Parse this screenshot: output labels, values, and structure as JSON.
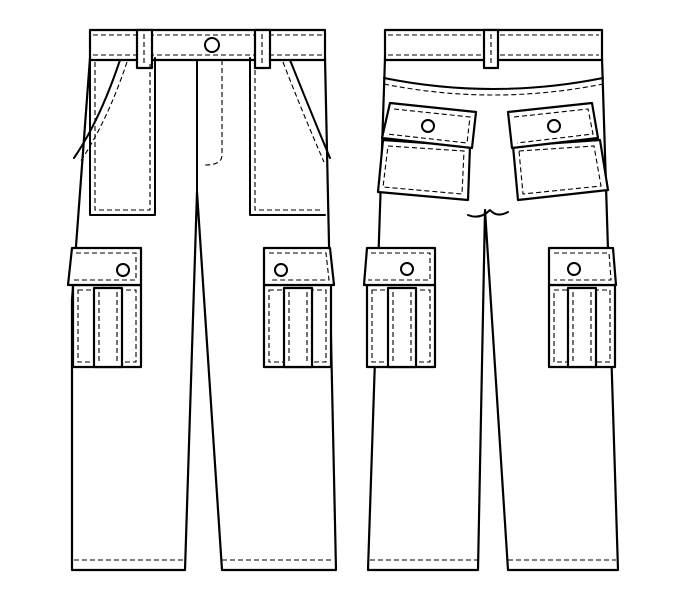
{
  "figure": {
    "subject": "cargo-pants-technical-flat",
    "views": [
      {
        "id": "front",
        "pockets": [
          "front-slash-pocket-left",
          "front-slash-pocket-right",
          "cargo-pocket-left",
          "cargo-pocket-right"
        ],
        "buttons": 3
      },
      {
        "id": "back",
        "pockets": [
          "back-flap-pocket-left",
          "back-flap-pocket-right",
          "cargo-pocket-left",
          "cargo-pocket-right"
        ],
        "buttons": 4
      }
    ],
    "colors": {
      "stroke": "#000000",
      "fill": "#ffffff",
      "background": "#ffffff"
    },
    "icons": [
      "button-icon"
    ]
  }
}
